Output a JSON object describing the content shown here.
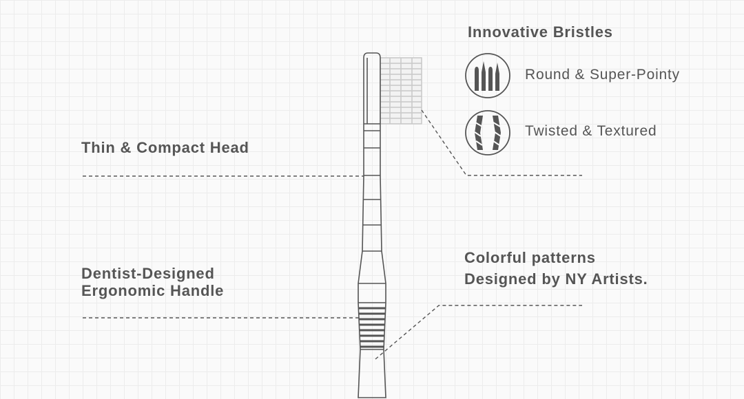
{
  "callouts": {
    "head": "Thin & Compact Head",
    "handle_line1": "Dentist-Designed",
    "handle_line2": "Ergonomic Handle",
    "patterns_line1": "Colorful patterns",
    "patterns_line2": "Designed by NY Artists."
  },
  "bristles": {
    "title": "Innovative Bristles",
    "items": [
      {
        "label": "Round & Super-Pointy",
        "icon": "pointy-bristles-icon"
      },
      {
        "label": "Twisted & Textured",
        "icon": "twisted-bristles-icon"
      }
    ]
  },
  "colors": {
    "text": "#555555",
    "line": "#555555",
    "bristle": "#c8c8c8",
    "grid": "#ececec"
  }
}
